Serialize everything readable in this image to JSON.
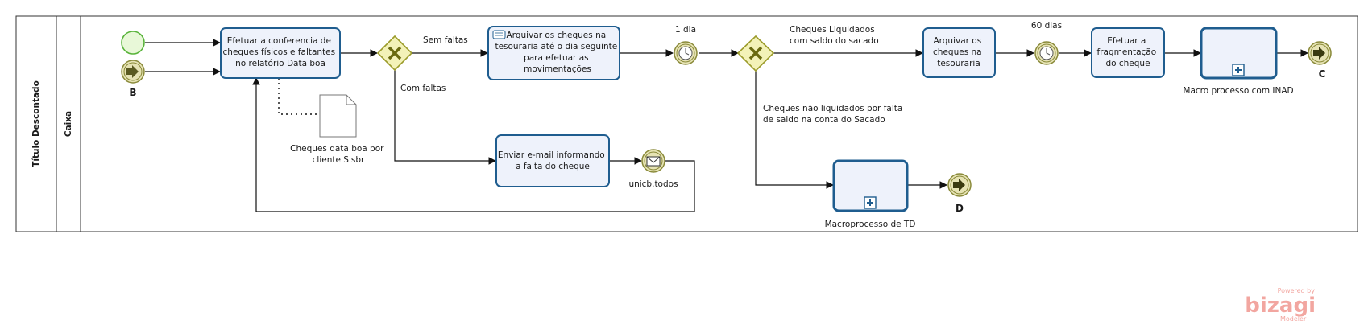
{
  "pool": {
    "name": "Título Descontado"
  },
  "lane": {
    "name": "Caixa"
  },
  "events": {
    "link_in_label": "B",
    "link_out_c_label": "C",
    "link_out_d_label": "D",
    "timer1_label": "1 dia",
    "timer2_label": "60 dias",
    "message_label": "unicb.todos"
  },
  "tasks": {
    "t1": [
      "Efetuar a conferencia de",
      "cheques físicos e faltantes",
      "no relatório Data boa"
    ],
    "t2": [
      "Arquivar os cheques na",
      "tesouraria até o dia seguinte",
      "para efetuar as",
      "movimentações"
    ],
    "t3": [
      "Enviar e-mail informando",
      "a falta do cheque"
    ],
    "t4": [
      "Arquivar os",
      "cheques na",
      "tesouraria"
    ],
    "t5": [
      "Efetuar a",
      "fragmentação",
      "do cheque"
    ]
  },
  "subprocesses": {
    "sp1": "Macro processo com INAD",
    "sp2": "Macroprocesso de TD"
  },
  "document": {
    "label": [
      "Cheques data boa por",
      "cliente Sisbr"
    ]
  },
  "flows": {
    "sem_faltas": "Sem faltas",
    "com_faltas": "Com faltas",
    "liquidados": [
      "Cheques Liquidados",
      "com saldo do  sacado"
    ],
    "nao_liquidados": [
      "Cheques não liquidados por falta",
      "de saldo  na conta do Sacado"
    ]
  },
  "watermark": {
    "powered": "Powered by",
    "brand": "bizagi",
    "product": "Modeler"
  },
  "colors": {
    "task_fill": "#eef2fb",
    "task_stroke": "#1f5d8f",
    "gateway_fill": "#f3f2b8",
    "gateway_stroke": "#9b9b2a",
    "event_fill": "#e6e3b4",
    "event_stroke": "#8a8a3a",
    "start_fill": "#e8f8d8",
    "start_stroke": "#58b33a",
    "watermark": "#f2a6a0"
  }
}
